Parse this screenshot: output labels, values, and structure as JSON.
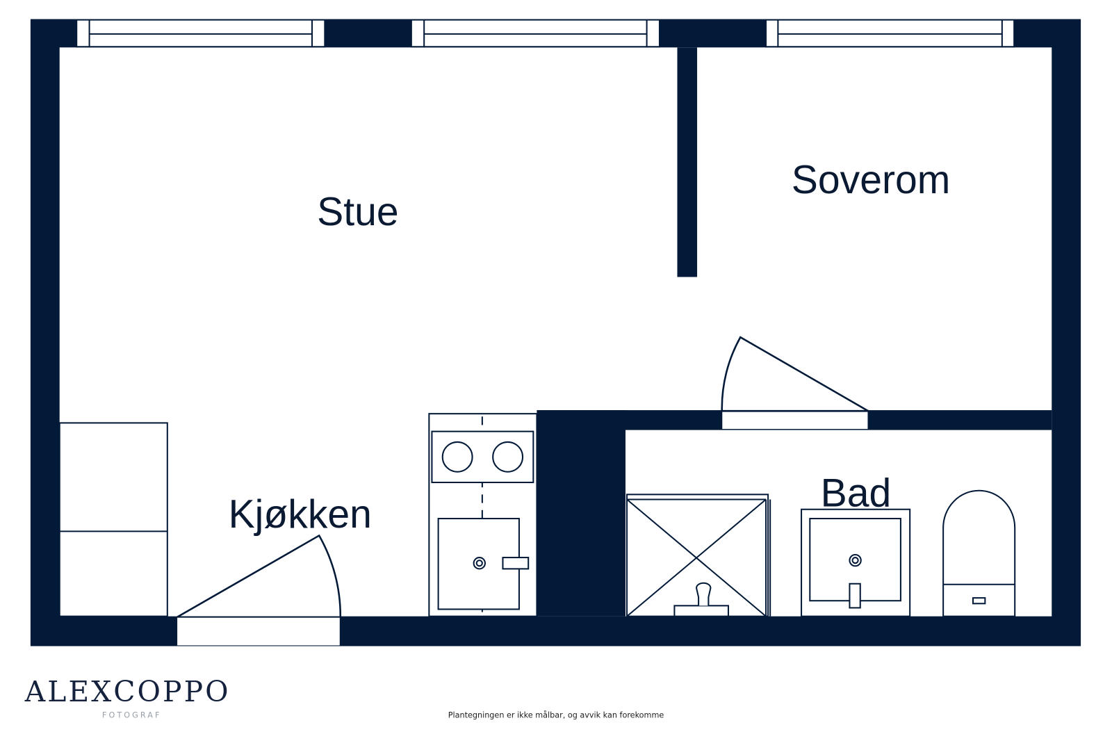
{
  "colors": {
    "wall": "#021a38",
    "line": "#021a38",
    "background": "#ffffff",
    "logo_sub": "#9aa0a8"
  },
  "rooms": [
    {
      "id": "stue",
      "label": "Stue"
    },
    {
      "id": "soverom",
      "label": "Soverom"
    },
    {
      "id": "kjokken",
      "label": "Kjøkken"
    },
    {
      "id": "bad",
      "label": "Bad"
    }
  ],
  "fixtures": {
    "kitchen": [
      "fridge-freezer",
      "stove-two-burners",
      "sink"
    ],
    "bathroom": [
      "shower",
      "washbasin",
      "toilet"
    ]
  },
  "logo": {
    "name_left": "ALEX",
    "name_right": "COPPO",
    "subtitle": "FOTOGRAF"
  },
  "footer": {
    "disclaimer": "Plantegningen er ikke målbar, og avvik kan forekomme"
  }
}
